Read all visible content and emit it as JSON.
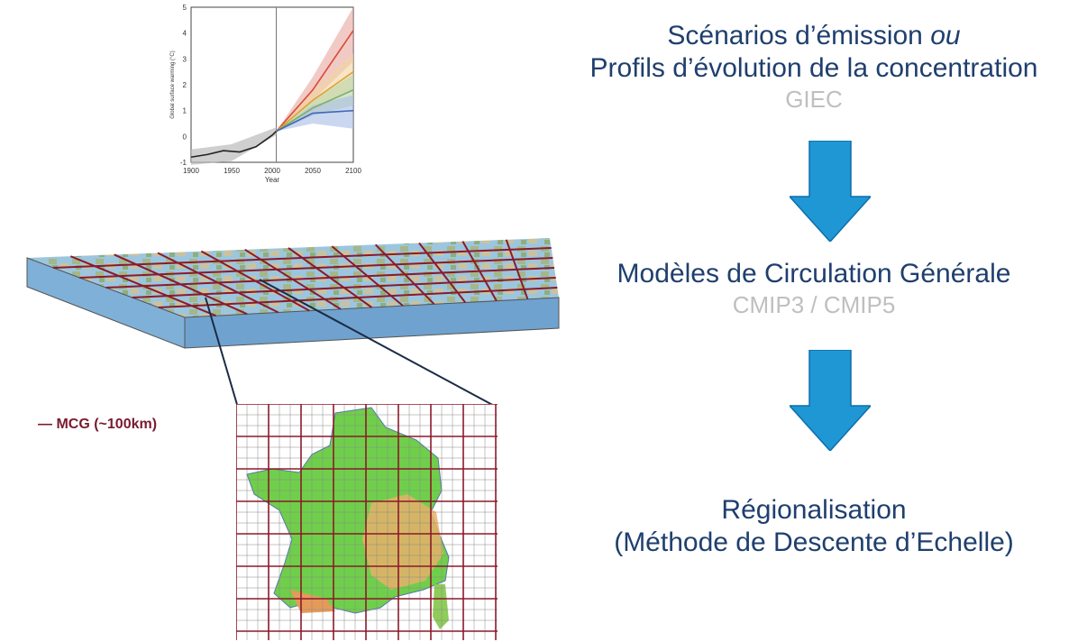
{
  "steps": [
    {
      "line1_main": "Scénarios d’émission ",
      "line1_em": "ou",
      "line2": "Profils d’évolution de la concentration",
      "sub": "GIEC"
    },
    {
      "line1": "Modèles de Circulation Générale",
      "sub": "CMIP3 / CMIP5"
    },
    {
      "line1": "Régionalisation",
      "line2": "(Méthode de Descente d’Echelle)"
    }
  ],
  "legend": {
    "label": "— MCG (~100km)"
  },
  "colors": {
    "title": "#1f3f6e",
    "sub": "#bfbfbf",
    "arrow": "#1f97d4",
    "grid": "#8b1a2b"
  },
  "chart_data": {
    "type": "line",
    "xlabel": "Year",
    "ylabel": "Global surface warming (°C)",
    "xlim": [
      1900,
      2100
    ],
    "ylim": [
      -1,
      5
    ],
    "xticks": [
      "1900",
      "1950",
      "2000",
      "2050",
      "2100"
    ],
    "yticks": [
      "-1",
      "0",
      "1",
      "2",
      "3",
      "4",
      "5"
    ],
    "vline": 2005,
    "series": [
      {
        "color": "#222222",
        "x": [
          1900,
          1920,
          1940,
          1960,
          1980,
          2000,
          2005
        ],
        "y": [
          -0.8,
          -0.7,
          -0.55,
          -0.6,
          -0.4,
          0.05,
          0.2
        ]
      },
      {
        "color": "#d94a3a",
        "x": [
          2005,
          2050,
          2100
        ],
        "y": [
          0.2,
          1.8,
          4.1
        ]
      },
      {
        "color": "#e0a030",
        "x": [
          2005,
          2050,
          2100
        ],
        "y": [
          0.2,
          1.4,
          2.5
        ]
      },
      {
        "color": "#7bb068",
        "x": [
          2005,
          2050,
          2100
        ],
        "y": [
          0.2,
          1.1,
          1.8
        ]
      },
      {
        "color": "#3f68b8",
        "x": [
          2005,
          2050,
          2100
        ],
        "y": [
          0.2,
          0.9,
          1.0
        ]
      }
    ]
  }
}
